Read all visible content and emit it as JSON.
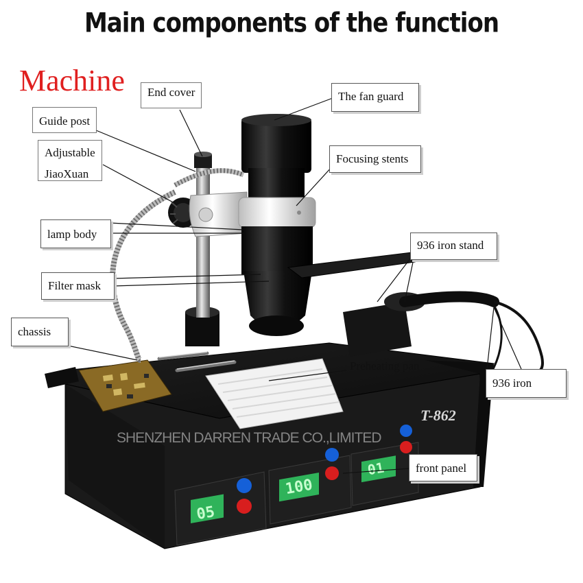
{
  "title": "Main components of the function",
  "section_label": "Machine",
  "callouts": {
    "end_cover": "End cover",
    "fan_guard": "The fan guard",
    "guide_post": "Guide post",
    "adjustable_1": "Adjustable",
    "adjustable_2": "JiaoXuan",
    "focusing_stents": "Focusing stents",
    "lamp_body": "lamp body",
    "iron_stand": "936 iron stand",
    "filter_mask": "Filter mask",
    "chassis": "chassis",
    "preheating_pan": "Preheating pan",
    "iron": "936 iron",
    "front_panel": "front panel"
  },
  "machine": {
    "model": "T-862",
    "displays": [
      "05",
      "100",
      "01"
    ]
  },
  "watermark": "SHENZHEN DARREN TRADE CO.,LIMITED",
  "colors": {
    "title": "#111111",
    "section_label": "#e02020",
    "display_bg": "#2fb35a",
    "display_digits": "#c8ffcf",
    "knob_blue": "#1560d8",
    "knob_red": "#d81e1e",
    "body": "#1a1a1a"
  }
}
